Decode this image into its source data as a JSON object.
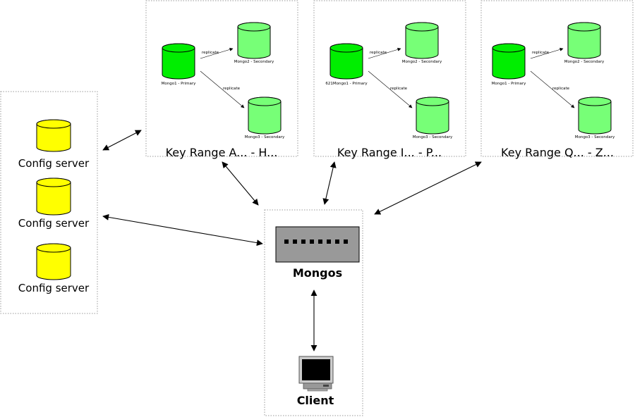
{
  "colors": {
    "config_db": "#ffff00",
    "primary_db": "#00ee00",
    "secondary_db": "#77ff77",
    "router": "#999999"
  },
  "config_servers": [
    {
      "label": "Config server"
    },
    {
      "label": "Config server"
    },
    {
      "label": "Config server"
    }
  ],
  "shards": [
    {
      "title": "Key Range A... - H...",
      "primary": "Mongo1 - Primary",
      "secondary_a": "Mongo2 - Secondary",
      "secondary_b": "Mongo3 - Secondary",
      "edge_a": "replicate",
      "edge_b": "replicate"
    },
    {
      "title": "Key Range I... - P...",
      "primary": "621Mongo1 - Primary",
      "secondary_a": "Mongo2 - Secondary",
      "secondary_b": "Mongo3 - Secondary",
      "edge_a": "replicate",
      "edge_b": "replicate"
    },
    {
      "title": "Key Range Q... - Z...",
      "primary": "Mongo1 - Primary",
      "secondary_a": "Mongo2 - Secondary",
      "secondary_b": "Mongo3 - Secondary",
      "edge_a": "replicate",
      "edge_b": "replicate"
    }
  ],
  "router": {
    "label": "Mongos",
    "icon": "network-switch-icon"
  },
  "client": {
    "label": "Client",
    "icon": "computer-monitor-icon"
  }
}
